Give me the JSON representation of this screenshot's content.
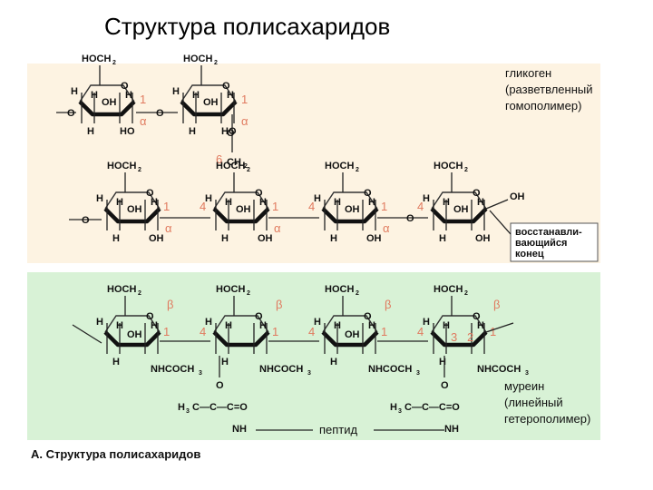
{
  "slide_title": "Структура полисахаридов",
  "figure_caption": "А. Структура полисахаридов",
  "colors": {
    "glycogen_panel": "#fdf3e2",
    "murein_panel": "#d8f2d6",
    "annotation_red": "#e07a5f"
  },
  "glycogen": {
    "label_lines": [
      "гликоген",
      "(разветвленный",
      "гомополимер)"
    ],
    "reducing_end_lines": [
      "восстанавли-",
      "вающийся",
      "конец"
    ],
    "branch_carbon": "6",
    "branch_group": "CH",
    "branch_sub": "2",
    "alpha": "α",
    "pos1": "1",
    "pos4": "4",
    "oh": "OH",
    "ho": "HO",
    "h": "H",
    "o": "O",
    "ch2oh": "HOCH",
    "ch2oh_sub": "2"
  },
  "murein": {
    "label_lines": [
      "муреин",
      "(линейный",
      "гетерополимер)"
    ],
    "peptide": "пептид",
    "beta": "β",
    "pos1": "1",
    "pos4": "4",
    "pos3": "3",
    "pos2": "2",
    "nhcoch": "NHCOCH",
    "nhcoch_sub": "3",
    "h3c": "H",
    "h3c_sub": "3",
    "c_ch_c": "C—C—C=O",
    "nh": "NH",
    "h": "H",
    "oh": "OH",
    "o": "O",
    "ch2oh": "HOCH",
    "ch2oh_sub": "2"
  }
}
